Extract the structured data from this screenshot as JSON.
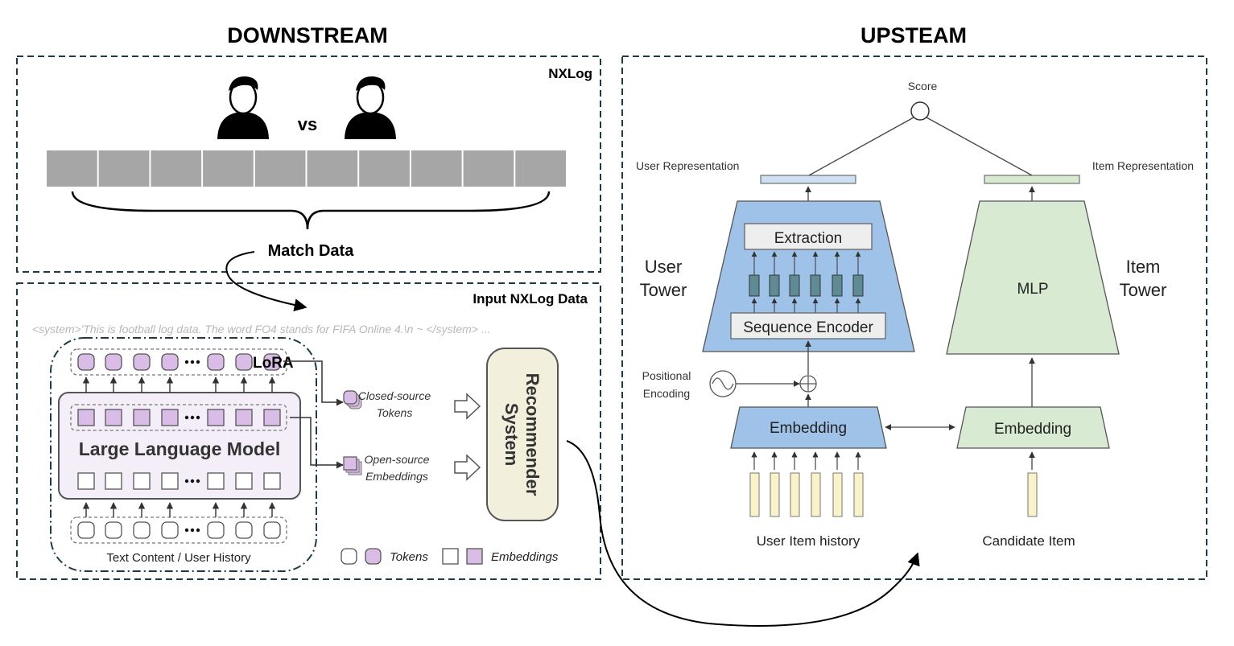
{
  "headings": {
    "downstream": "DOWNSTREAM",
    "upstream": "UPSTEAM"
  },
  "panels": {
    "nxlog": "NXLog",
    "input": "Input NXLog Data"
  },
  "match": {
    "vs": "vs",
    "label": "Match Data",
    "segments": 10
  },
  "system_prompt": "<system>'This is football log data. The word FO4 stands for FIFA Online 4.\\n  ~ </system> ...",
  "llm": {
    "title": "Large Language Model",
    "lora": "LoRA",
    "text_content": "Text Content / User History",
    "closed_source": [
      "Closed-source",
      "Tokens"
    ],
    "open_source": [
      "Open-source",
      "Embeddings"
    ],
    "recommender": [
      "Recommender",
      "System"
    ],
    "legend_tokens": "Tokens",
    "legend_embeddings": "Embeddings"
  },
  "upstream": {
    "score": "Score",
    "user_representation": "User Representation",
    "item_representation": "Item Representation",
    "user_tower": [
      "User",
      "Tower"
    ],
    "item_tower": [
      "Item",
      "Tower"
    ],
    "extraction": "Extraction",
    "sequence_encoder": "Sequence Encoder",
    "mlp": "MLP",
    "positional_encoding": [
      "Positional",
      "Encoding"
    ],
    "embedding_user": "Embedding",
    "embedding_item": "Embedding",
    "user_item_history": "User Item history",
    "candidate_item": "Candidate Item"
  },
  "colors": {
    "blue_tower": "#9fc3e8",
    "green_tower": "#d8ebd2",
    "llm_fill": "#f3eef8",
    "purple": "#d9bde6",
    "recommender_fill": "#f2efdc",
    "history_fill": "#faf3c8",
    "bar_gray": "#a6a6a6"
  }
}
